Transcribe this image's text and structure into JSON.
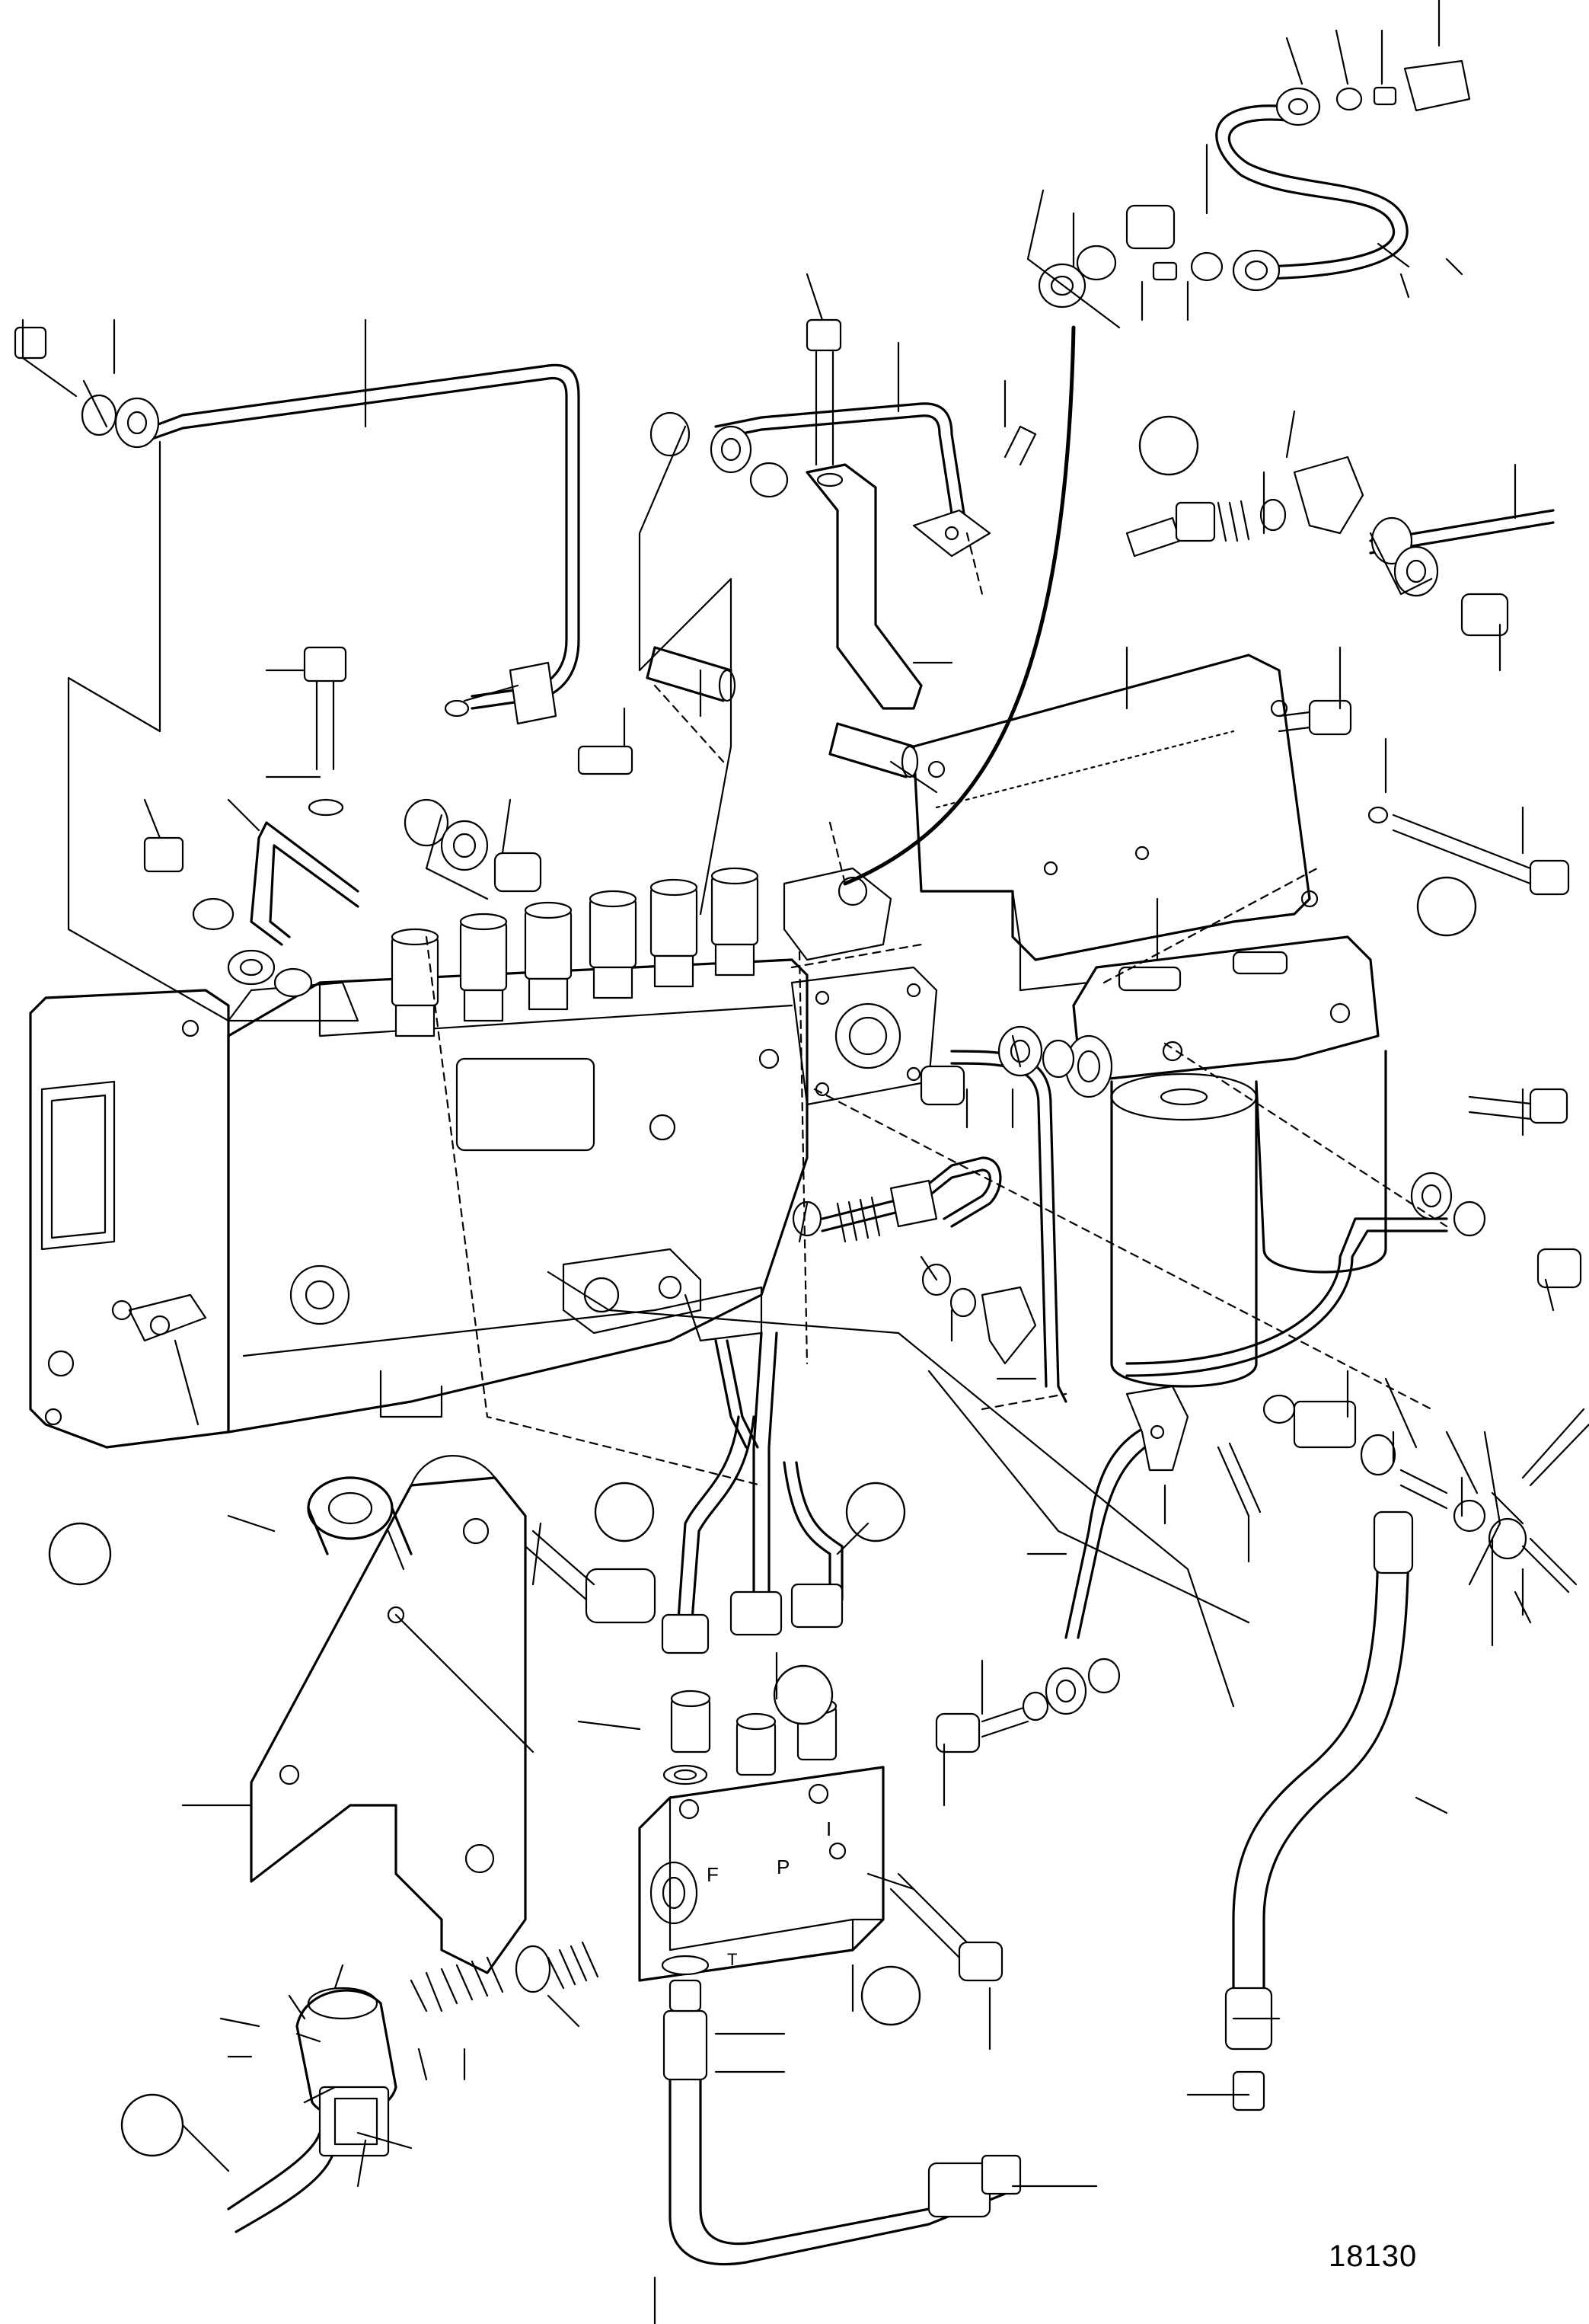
{
  "figure": {
    "number": "18130"
  },
  "labels": {
    "port_f": "F",
    "port_p": "P",
    "port_i": "I",
    "port_t": "T"
  }
}
